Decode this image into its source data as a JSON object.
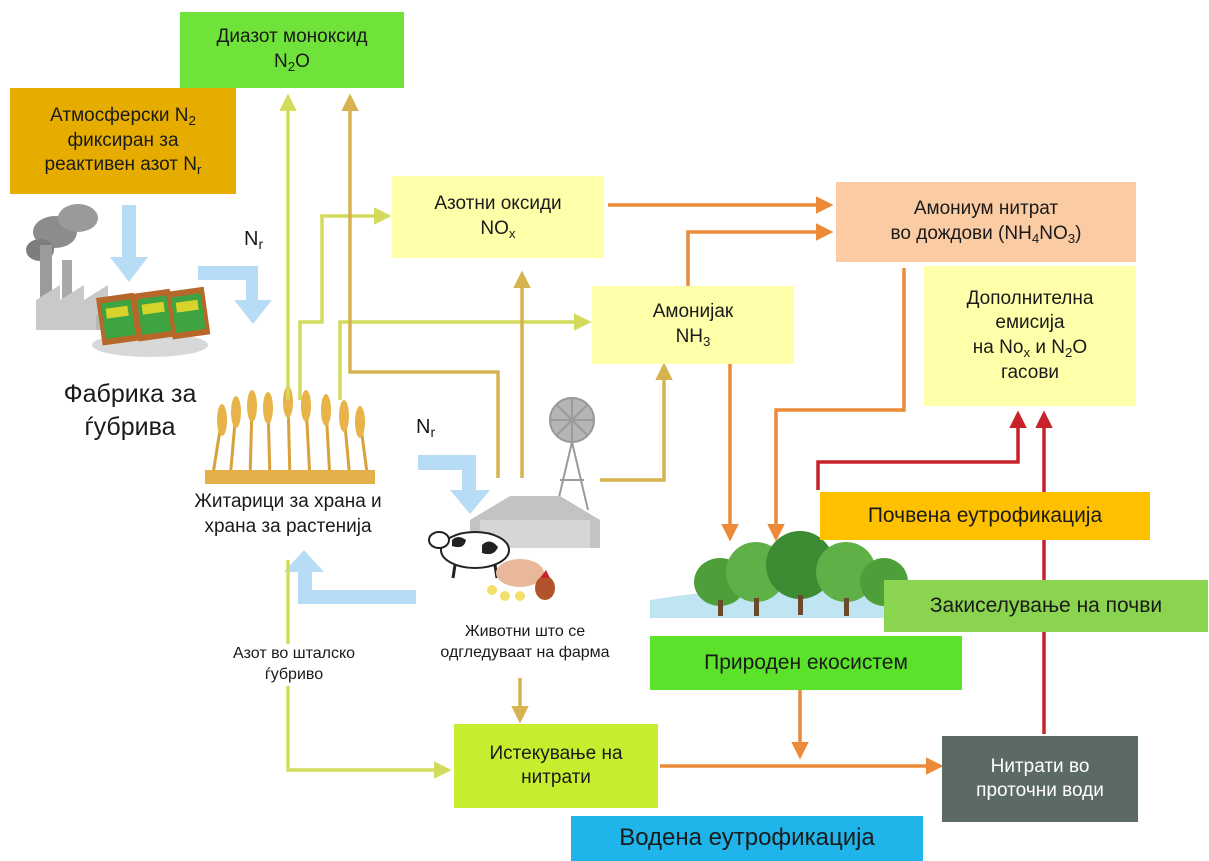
{
  "colors": {
    "green_box": "#6fe33a",
    "orange_box": "#e6ac00",
    "yellow_box": "#ffffaa",
    "peach_box": "#fbcba3",
    "lime_box": "#c6ee2e",
    "grey_box": "#5c6a66",
    "blue_label": "#1fb5ea",
    "yellow_arrow": "#d2db5a",
    "tan_arrow": "#d5b450",
    "orange_arrow": "#ec8a39",
    "red_arrow": "#c8222a",
    "light_blue_arrow": "#b7dcf6"
  },
  "boxes": {
    "n2o": {
      "line1": "Диазот моноксид",
      "formula": [
        "N",
        "2",
        "O"
      ]
    },
    "atmospheric": {
      "line1": [
        "Атмосферски N",
        "2"
      ],
      "line2": "фиксиран за",
      "line3": [
        "реактивен азот N",
        "r"
      ]
    },
    "nox": {
      "line1": "Азотни оксиди",
      "formula": [
        "NO",
        "x"
      ]
    },
    "ammonium": {
      "line1": "Амониум нитрат",
      "line2": [
        "во дождови (NH",
        "4",
        "NO",
        "3",
        ")"
      ]
    },
    "ammonia": {
      "line1": "Амонијак",
      "formula": [
        "NH",
        "3"
      ]
    },
    "additional": {
      "line1": "Дополнителна",
      "line2": "емисија",
      "line3": [
        "на No",
        "x",
        " и N",
        "2",
        "O"
      ],
      "line4": "гасови"
    },
    "soil_eutro": "Почвена еутрофикација",
    "acidification": "Закиселување на почви",
    "ecosystem": "Природен екосистем",
    "leaching": {
      "line1": "Истекување на",
      "line2": "нитрати"
    },
    "nitrates_water": {
      "line1": "Нитрати во",
      "line2": "проточни води"
    },
    "water_eutro": "Водена еутрофикација"
  },
  "labels": {
    "factory": [
      "Фабрика за",
      "ѓубрива"
    ],
    "crops": [
      "Житарици за храна и",
      "храна за растенија"
    ],
    "animals": [
      "Животни што се",
      "одгледуваат на фарма"
    ],
    "manure": [
      "Азот во шталско",
      "ѓубриво"
    ],
    "nr1": [
      "N",
      "r"
    ],
    "nr2": [
      "N",
      "r"
    ]
  },
  "icons": [
    "factory-icon",
    "fertilizer-bags-icon",
    "wheat-icon",
    "farm-animals-icon",
    "windmill-icon",
    "barn-icon",
    "trees-icon"
  ]
}
